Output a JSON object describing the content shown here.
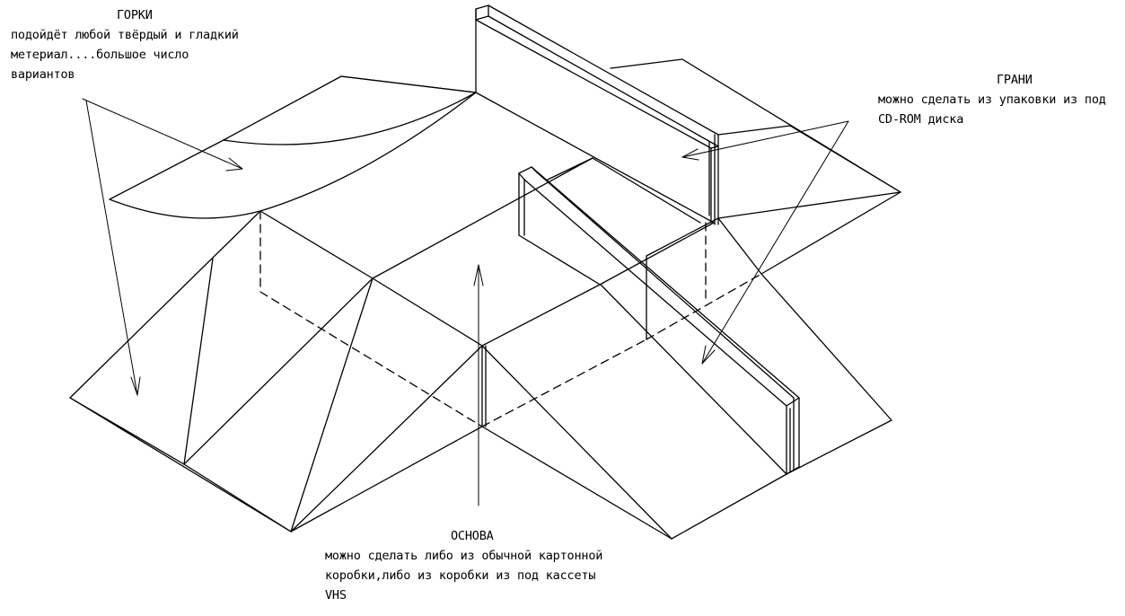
{
  "colors": {
    "ink": "#000000",
    "paper": "#ffffff"
  },
  "notes": {
    "slides": {
      "title": "ГОРКИ",
      "lines": [
        "подойдёт любой твёрдый и гладкий",
        "метериал....большое число",
        "вариантов"
      ]
    },
    "edges": {
      "title": "ГРАНИ",
      "lines": [
        "можно сделать из упаковки из под",
        "CD-ROM диска"
      ]
    },
    "base": {
      "title": "ОСНОВА",
      "lines": [
        "можно сделать либо из обычной картонной",
        "коробки,либо из коробки из под кассеты",
        "VHS"
      ]
    }
  }
}
